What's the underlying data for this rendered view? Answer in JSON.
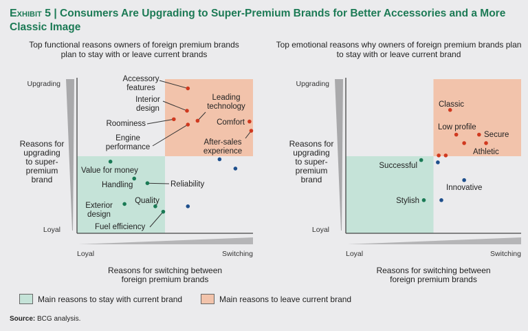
{
  "header": {
    "exhibit": "Exhibit 5",
    "separator": "|",
    "title": "Consumers Are Upgrading to Super-Premium Brands for Better Accessories and a More Classic Image"
  },
  "legend": {
    "stay": "Main reasons to stay with current brand",
    "leave": "Main reasons to leave current brand"
  },
  "source": {
    "label": "Source:",
    "text": "BCG analysis."
  },
  "colors": {
    "green_box": "#c5e3d8",
    "orange_box": "#f2c3ab",
    "red": "#d0391f",
    "green": "#1a7a55",
    "blue": "#1e4f8c"
  },
  "chart_data": [
    {
      "type": "scatter",
      "title": "Top functional reasons owners of foreign premium brands plan to stay with or leave current brands",
      "ylabel": "Reasons for upgrading to super-premium brand",
      "xlabel": "Reasons for switching between foreign premium brands",
      "x_ticks": [
        "Loyal",
        "Switching"
      ],
      "y_ticks": [
        "Upgrading",
        "Loyal"
      ],
      "xlim": [
        0,
        100
      ],
      "ylim": [
        0,
        100
      ],
      "grid": false,
      "points": [
        {
          "label": "Accessory features",
          "x": 63,
          "y": 94,
          "group": "leave"
        },
        {
          "label": "Interior design",
          "x": 62.5,
          "y": 79.5,
          "group": "leave"
        },
        {
          "label": "Roominess",
          "x": 55,
          "y": 74,
          "group": "leave"
        },
        {
          "label": "Leading technology",
          "x": 68.5,
          "y": 73,
          "group": "leave"
        },
        {
          "label": "Engine performance",
          "x": 63,
          "y": 70.5,
          "group": "leave"
        },
        {
          "label": "Comfort",
          "x": 98,
          "y": 72.5,
          "group": "leave"
        },
        {
          "label": "After-sales experience",
          "x": 99,
          "y": 66.5,
          "group": "leave"
        },
        {
          "label": "Value for money",
          "x": 19,
          "y": 46.5,
          "group": "stay"
        },
        {
          "label": "Handling",
          "x": 32.5,
          "y": 35.5,
          "group": "stay"
        },
        {
          "label": "Reliability",
          "x": 40,
          "y": 32.5,
          "group": "stay"
        },
        {
          "label": "Exterior design",
          "x": 27,
          "y": 19,
          "group": "stay"
        },
        {
          "label": "Quality",
          "x": 44.5,
          "y": 17.5,
          "group": "stay"
        },
        {
          "label": "Fuel efficiency",
          "x": 49,
          "y": 14,
          "group": "stay"
        },
        {
          "label": "",
          "x": 81,
          "y": 48,
          "group": "other"
        },
        {
          "label": "",
          "x": 90,
          "y": 42,
          "group": "other"
        },
        {
          "label": "",
          "x": 63,
          "y": 17.5,
          "group": "other"
        }
      ]
    },
    {
      "type": "scatter",
      "title": "Top emotional reasons why owners of foreign premium brands plan to stay with or leave current brand",
      "ylabel": "Reasons for upgrading to super-premium brand",
      "xlabel": "Reasons for switching between foreign premium brands",
      "x_ticks": [
        "Loyal",
        "Switching"
      ],
      "y_ticks": [
        "Upgrading",
        "Loyal"
      ],
      "xlim": [
        0,
        100
      ],
      "ylim": [
        0,
        100
      ],
      "grid": false,
      "points": [
        {
          "label": "Classic",
          "x": 59.5,
          "y": 80,
          "group": "leave"
        },
        {
          "label": "Low profile",
          "x": 63,
          "y": 64,
          "group": "leave"
        },
        {
          "label": "Secure",
          "x": 76,
          "y": 64,
          "group": "leave"
        },
        {
          "label": "",
          "x": 67.5,
          "y": 58.5,
          "group": "leave"
        },
        {
          "label": "Athletic",
          "x": 80,
          "y": 58.5,
          "group": "leave"
        },
        {
          "label": "",
          "x": 53,
          "y": 50.5,
          "group": "leave"
        },
        {
          "label": "",
          "x": 57,
          "y": 50.5,
          "group": "leave"
        },
        {
          "label": "Successful",
          "x": 43,
          "y": 47.5,
          "group": "stay"
        },
        {
          "label": "Stylish",
          "x": 44.5,
          "y": 21.5,
          "group": "stay"
        },
        {
          "label": "",
          "x": 52.5,
          "y": 46,
          "group": "other"
        },
        {
          "label": "Innovative",
          "x": 67.5,
          "y": 34.5,
          "group": "other"
        },
        {
          "label": "",
          "x": 54.5,
          "y": 21.5,
          "group": "other"
        }
      ]
    }
  ]
}
